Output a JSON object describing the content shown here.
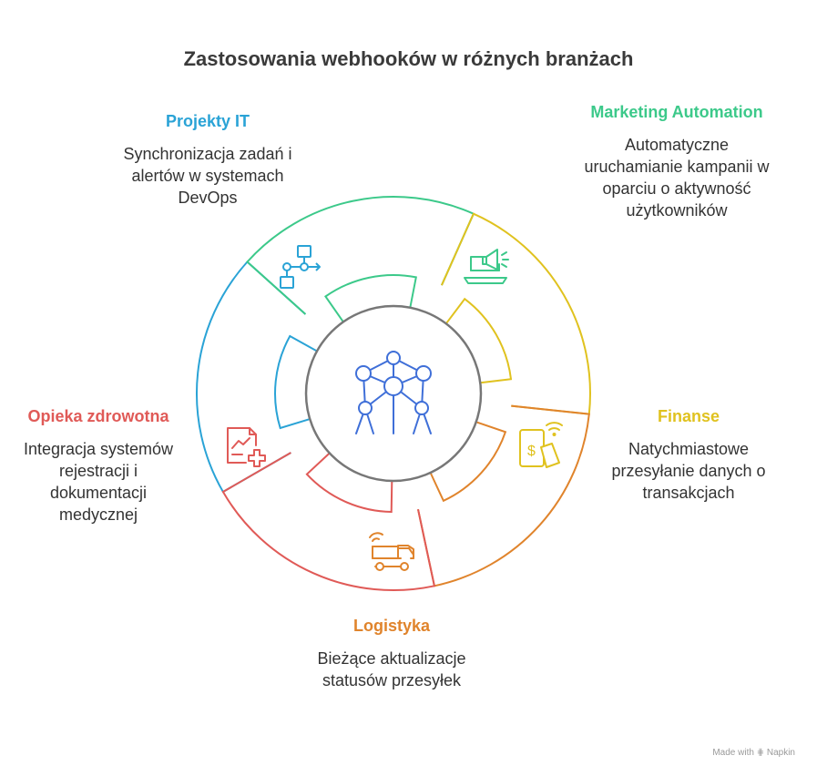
{
  "title": "Zastosowania webhooków w różnych branżach",
  "center_icon": "atomium-network-icon",
  "segments": [
    {
      "key": "it",
      "heading": "Projekty IT",
      "description": "Synchronizacja zadań i alertów w systemach DevOps",
      "color": "#2aa3d6",
      "icon": "flowchart-icon"
    },
    {
      "key": "marketing",
      "heading": "Marketing Automation",
      "description": "Automatyczne uruchamianie kampanii w oparciu o aktywność użytkowników",
      "color": "#3cc98a",
      "icon": "laptop-megaphone-icon"
    },
    {
      "key": "finance",
      "heading": "Finanse",
      "description": "Natychmiastowe przesyłanie danych o transakcjach",
      "color": "#e0c21f",
      "icon": "wireless-payment-icon"
    },
    {
      "key": "logistics",
      "heading": "Logistyka",
      "description": "Bieżące aktualizacje statusów przesyłek",
      "color": "#e0842c",
      "icon": "delivery-truck-wifi-icon"
    },
    {
      "key": "health",
      "heading": "Opieka zdrowotna",
      "description": "Integracja systemów rejestracji i dokumentacji medycznej",
      "color": "#e05a57",
      "icon": "medical-report-icon"
    }
  ],
  "footer": {
    "made_with": "Made with",
    "brand": "Napkin"
  }
}
